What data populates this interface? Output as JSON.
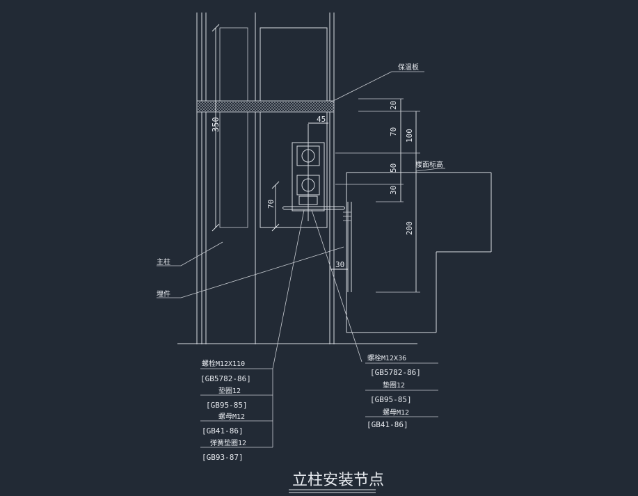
{
  "title": "立柱安装节点",
  "labels": {
    "insulation": "保温板",
    "finish_level": "楼面标高",
    "main_column": "主柱",
    "embedded": "埋件"
  },
  "dimensions": {
    "d350": "350",
    "d45": "45",
    "d20": "20",
    "d70a": "70",
    "d100": "100",
    "d50": "50",
    "d30a": "30",
    "d200": "200",
    "d70b": "70",
    "d30b": "30"
  },
  "left_table": [
    "螺栓M12X110",
    "[GB5782-86]",
    "垫圈12",
    "[GB95-85]",
    "螺母M12",
    "[GB41-86]",
    "弹簧垫圈12",
    "[GB93-87]"
  ],
  "right_table": [
    "螺栓M12X36",
    "[GB5782-86]",
    "垫圈12",
    "[GB95-85]",
    "螺母M12",
    "[GB41-86]"
  ],
  "colors": {
    "background": "#222a35",
    "lines": "#d9dde3"
  }
}
